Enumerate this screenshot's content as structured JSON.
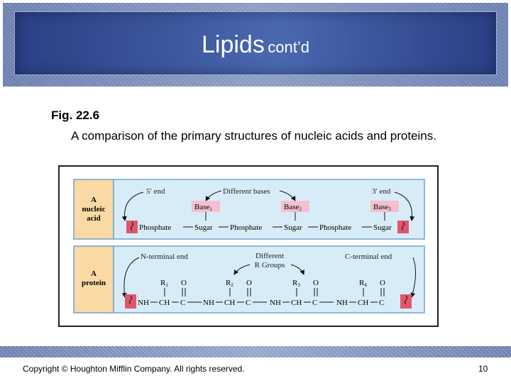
{
  "header": {
    "title_main": "Lipids",
    "title_sub": "cont’d"
  },
  "figure": {
    "label": "Fig. 22.6",
    "caption": "A comparison of the primary structures of nucleic acids and proteins.",
    "nucleic": {
      "panel_label": [
        "A",
        "nucleic",
        "acid"
      ],
      "five_end": "5′ end",
      "three_end": "3′ end",
      "bases_label": "Different bases",
      "base_word": "Base",
      "base_subs": [
        "1",
        "2",
        "3"
      ],
      "chain": [
        "Phosphate",
        "Sugar",
        "Phosphate",
        "Sugar",
        "Phosphate",
        "Sugar"
      ]
    },
    "protein": {
      "panel_label": [
        "A",
        "protein"
      ],
      "n_end": "N-terminal end",
      "c_end": "C-terminal end",
      "groups_label": [
        "Different",
        "R Groups"
      ],
      "r_word": "R",
      "r_subs": [
        "1",
        "2",
        "3",
        "4"
      ],
      "oxygen": "O",
      "units": [
        "NH",
        "CH",
        "C"
      ]
    },
    "colors": {
      "label_bg": "#fbd9a4",
      "panel_bg": "#d8ecf8",
      "panel_border": "#6fa3c9",
      "base_bg": "#f2c0cf",
      "end_cap": "#e2566b"
    }
  },
  "footer": {
    "copyright": "Copyright © Houghton Mifflin Company. All rights reserved.",
    "page": "10"
  }
}
